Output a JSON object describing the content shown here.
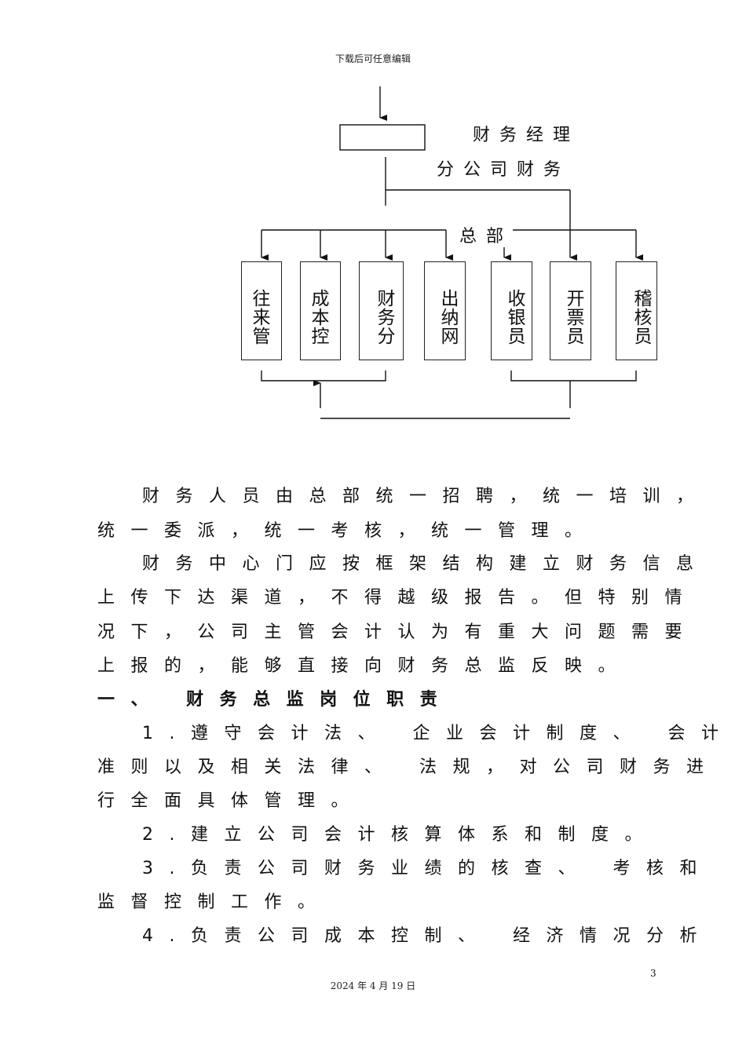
{
  "header": {
    "note": "下载后可任意编辑"
  },
  "diagram": {
    "manager_label": "财务经理",
    "branch_label": "分公司财务",
    "hq_label": "总部",
    "boxes": [
      {
        "text": "往来管"
      },
      {
        "text": "成本控"
      },
      {
        "text": "财务分"
      },
      {
        "text": "出纳网"
      },
      {
        "text": "收银员"
      },
      {
        "text": "开票员"
      },
      {
        "text": "稽核员"
      }
    ]
  },
  "body": {
    "lines": [
      "财务人员由总部统一招聘，统一培训，",
      "统一委派，统一考核，统一管理。",
      "财务中心门应按框架结构建立财务信息",
      "上传下达渠道，不得越级报告。但特别情",
      "况下，公司主管会计认为有重大问题需要",
      "上报的，能够直接向财务总监反映。",
      "一、  财务总监岗位职责",
      "1.遵守会计法、 企业会计制度、 会计",
      "准则以及相关法律、 法规，对公司财务进",
      "行全面具体管理。",
      "2.建立公司会计核算体系和制度。",
      "3.负责公司财务业绩的核查、 考核和",
      "监督控制工作。",
      "4.负责公司成本控制、 经济情况分析"
    ]
  },
  "footer": {
    "page_number": "3",
    "date": "2024 年 4 月 19 日"
  }
}
